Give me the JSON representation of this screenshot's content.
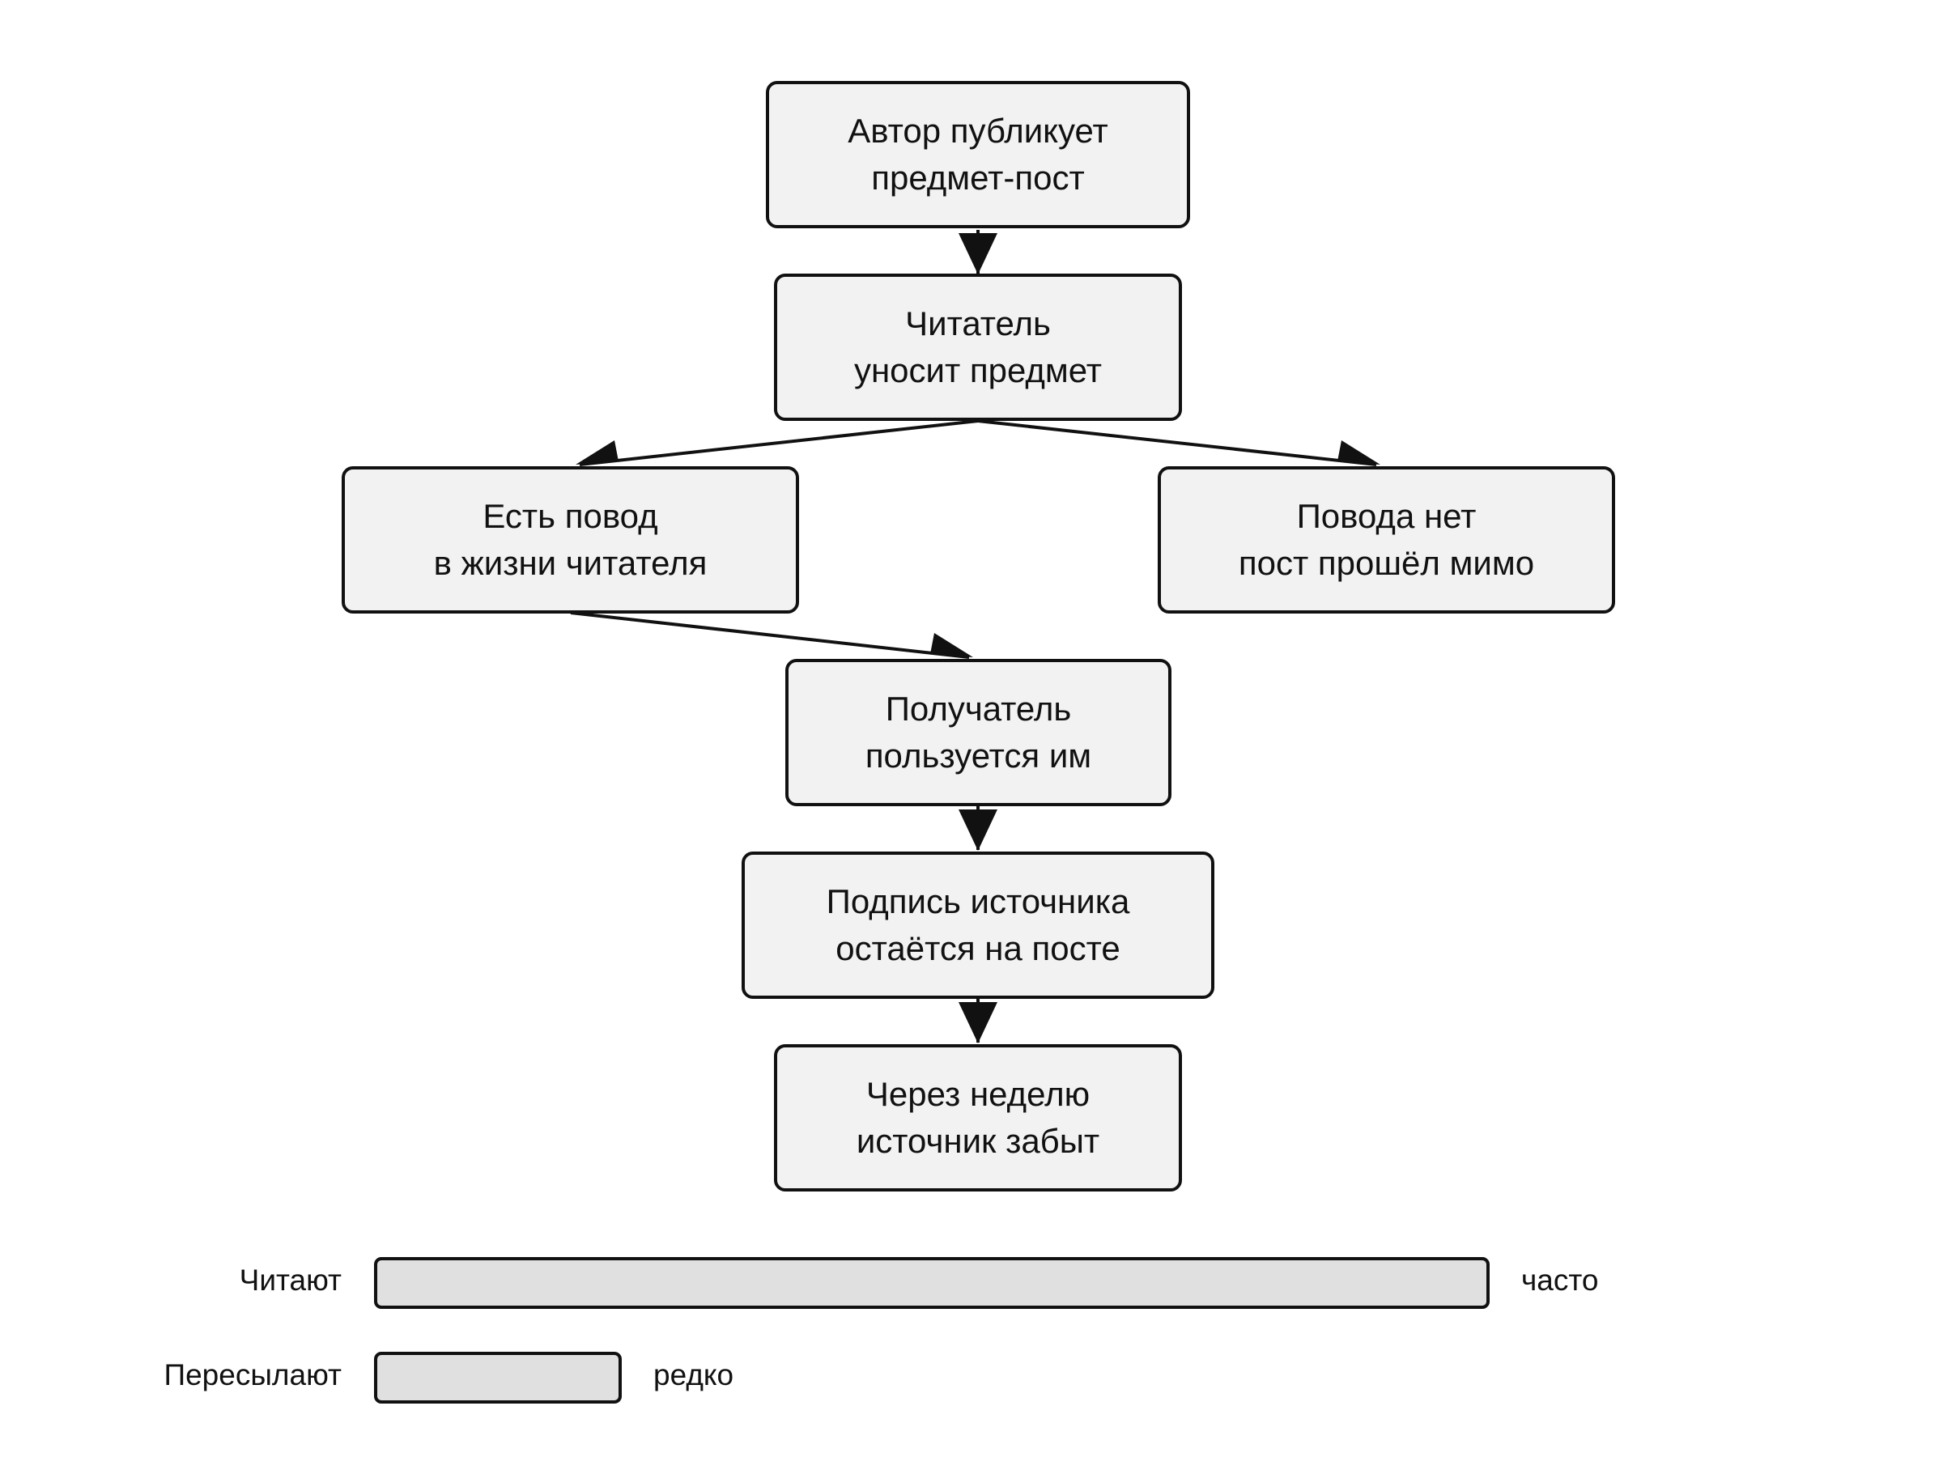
{
  "diagram": {
    "nodes": {
      "publish": {
        "line1": "Автор публикует",
        "line2": "предмет-пост"
      },
      "reader": {
        "line1": "Читатель",
        "line2": "уносит предмет"
      },
      "has_reason": {
        "line1": "Есть повод",
        "line2": "в жизни читателя"
      },
      "no_reason": {
        "line1": "Повода нет",
        "line2": "пост прошёл мимо"
      },
      "recipient": {
        "line1": "Получатель",
        "line2": "пользуется им"
      },
      "signature": {
        "line1": "Подпись источника",
        "line2": "остаётся на посте"
      },
      "forgotten": {
        "line1": "Через неделю",
        "line2": "источник забыт"
      }
    },
    "edges": [
      {
        "from": "publish",
        "to": "reader"
      },
      {
        "from": "reader",
        "to": "has_reason"
      },
      {
        "from": "reader",
        "to": "no_reason"
      },
      {
        "from": "has_reason",
        "to": "recipient"
      },
      {
        "from": "recipient",
        "to": "signature"
      },
      {
        "from": "signature",
        "to": "forgotten"
      }
    ]
  },
  "comparison": {
    "rows": [
      {
        "label": "Читают",
        "value_text": "часто",
        "relative_level": 1.0
      },
      {
        "label": "Пересылают",
        "value_text": "редко",
        "relative_level": 0.22
      }
    ]
  },
  "colors": {
    "node_fill": "#f2f2f2",
    "bar_fill": "#e0e0e0",
    "stroke": "#111111"
  }
}
